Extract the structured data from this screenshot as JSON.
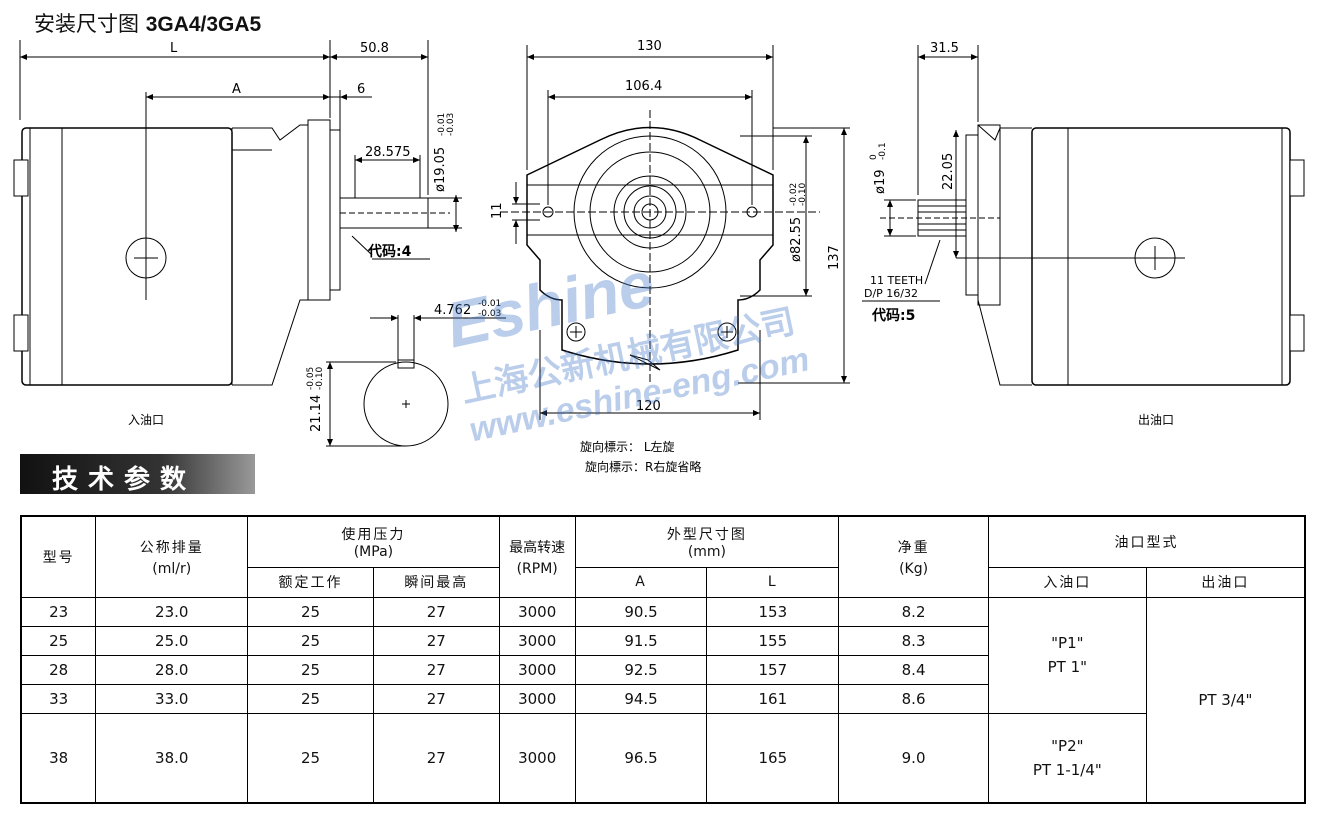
{
  "title": {
    "cn": "安装尺寸图",
    "model": "3GA4/3GA5"
  },
  "drawing": {
    "dim_L": "L",
    "dim_A": "A",
    "dim_50_8": "50.8",
    "dim_6": "6",
    "dim_28_575": "28.575",
    "dim_shaft_dia": "ø19.05",
    "dim_shaft_tol_top": "-0.01",
    "dim_shaft_tol_bot": "-0.03",
    "code4": "代码:4",
    "dim_key": "4.762",
    "dim_key_tol_top": "-0.01",
    "dim_key_tol_bot": "-0.03",
    "dim_21_14": "21.14",
    "dim_21_14_tol_top": "-0.05",
    "dim_21_14_tol_bot": "-0.10",
    "inlet_label": "入油口",
    "dim_130": "130",
    "dim_106_4": "106.4",
    "dim_11": "11",
    "dim_pilot": "ø82.55",
    "dim_pilot_tol_top": "-0.02",
    "dim_pilot_tol_bot": "-0.10",
    "dim_137": "137",
    "dim_120": "120",
    "rot_l": "旋向標示：  L左旋",
    "rot_r": "旋向標示：R右旋省略",
    "dim_31_5": "31.5",
    "dim_spl_dia": "ø19",
    "dim_spl_tol_top": "0",
    "dim_spl_tol_bot": "-0.1",
    "dim_22_05": "22.05",
    "teeth": "11 TEETH",
    "dp": "D/P 16/32",
    "code5": "代码:5",
    "outlet_label": "出油口"
  },
  "watermark": {
    "brand": "Eshine",
    "company": "上海公新机械有限公司",
    "url": "www.eshine-eng.com"
  },
  "section": {
    "title": "技术参数"
  },
  "table": {
    "h_model": "型号",
    "h_disp": "公称排量",
    "h_disp_unit": "(ml/r)",
    "h_pressure": "使用压力",
    "h_pressure_unit": "(MPa)",
    "h_rated": "额定工作",
    "h_peak": "瞬间最高",
    "h_speed": "最高转速",
    "h_speed_unit": "(RPM)",
    "h_dim": "外型尺寸图",
    "h_dim_unit": "(mm)",
    "h_A": "A",
    "h_L": "L",
    "h_weight": "净重",
    "h_weight_unit": "(Kg)",
    "h_port": "油口型式",
    "h_inlet": "入油口",
    "h_outlet": "出油口",
    "rows": [
      {
        "model": "23",
        "disp": "23.0",
        "rated": "25",
        "peak": "27",
        "rpm": "3000",
        "A": "90.5",
        "L": "153",
        "kg": "8.2"
      },
      {
        "model": "25",
        "disp": "25.0",
        "rated": "25",
        "peak": "27",
        "rpm": "3000",
        "A": "91.5",
        "L": "155",
        "kg": "8.3"
      },
      {
        "model": "28",
        "disp": "28.0",
        "rated": "25",
        "peak": "27",
        "rpm": "3000",
        "A": "92.5",
        "L": "157",
        "kg": "8.4"
      },
      {
        "model": "33",
        "disp": "33.0",
        "rated": "25",
        "peak": "27",
        "rpm": "3000",
        "A": "94.5",
        "L": "161",
        "kg": "8.6"
      },
      {
        "model": "38",
        "disp": "38.0",
        "rated": "25",
        "peak": "27",
        "rpm": "3000",
        "A": "96.5",
        "L": "165",
        "kg": "9.0"
      }
    ],
    "port_p1": "\"P1\"",
    "port_p1_size": "PT 1\"",
    "port_p2": "\"P2\"",
    "port_p2_size": "PT 1-1/4\"",
    "outlet_size": "PT 3/4\""
  }
}
